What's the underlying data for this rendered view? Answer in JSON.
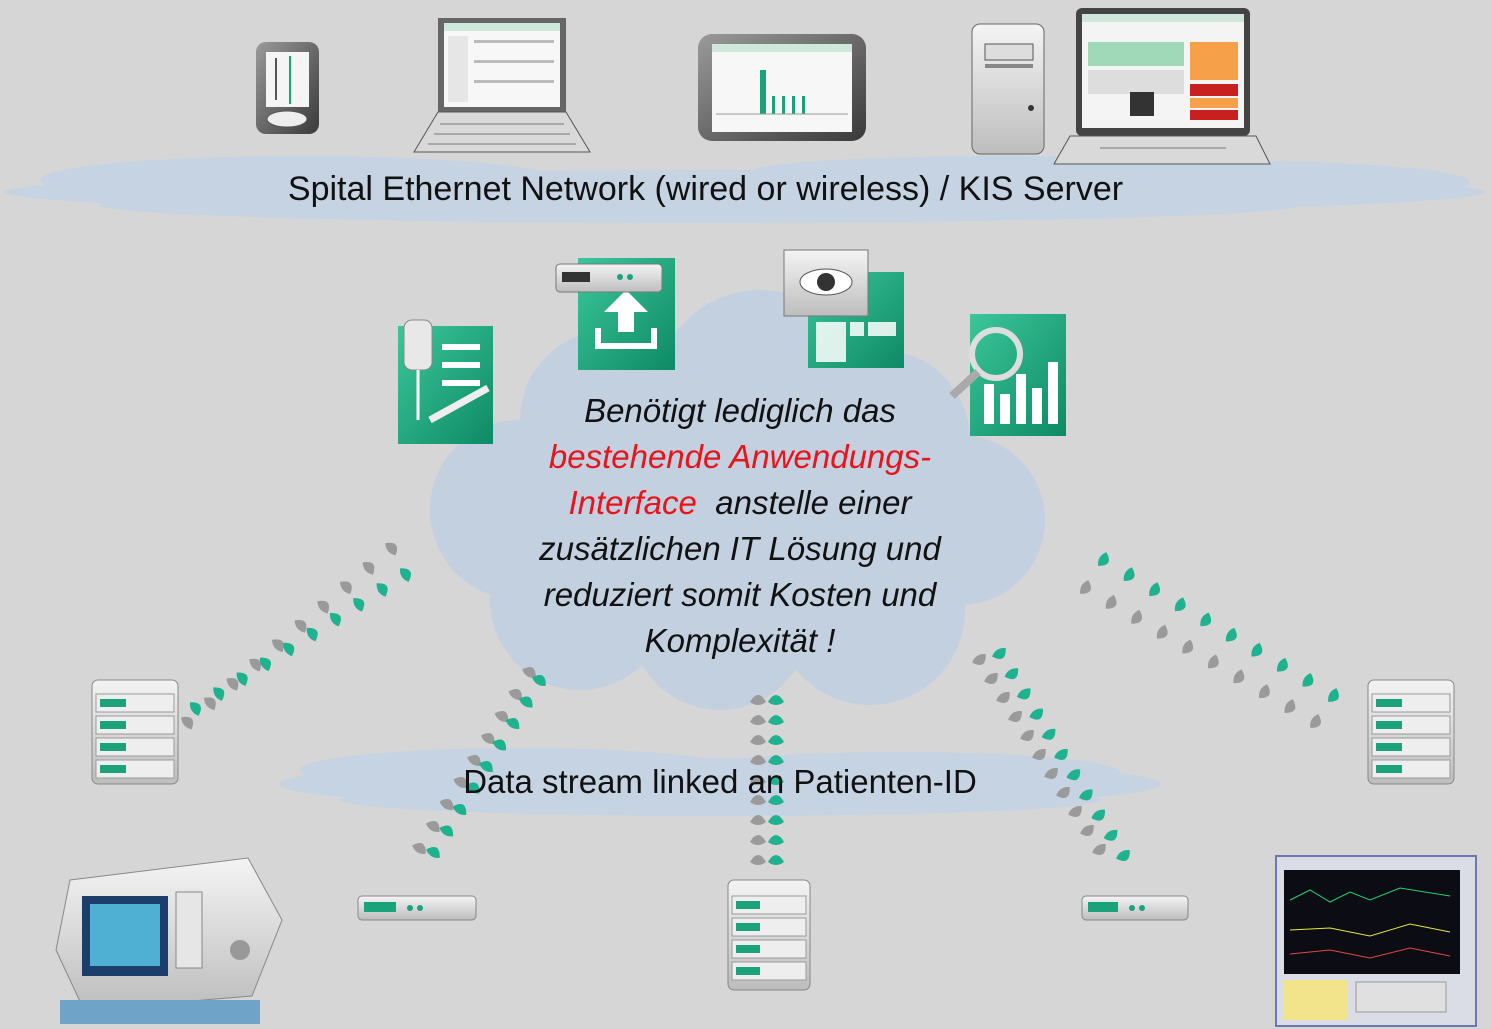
{
  "labels": {
    "network": "Spital Ethernet Network (wired or wireless) / KIS Server",
    "stream": "Data stream linked an Patienten-ID"
  },
  "cloud_text": {
    "line1": "Benötigt lediglich das",
    "highlight_line2": "bestehende Anwendungs-",
    "highlight_line3_part": "Interface",
    "line3_rest": "anstelle einer",
    "line4": "zusätzlichen IT Lösung und",
    "line5": "reduziert somit Kosten und",
    "line6": "Komplexität !"
  },
  "colors": {
    "background": "#d6d6d6",
    "cloud": "#c3d0e0",
    "highlight": "#e8141b",
    "brand_green": "#1aa37a",
    "stream_green": "#1fb28f",
    "stream_gray": "#9a9a9a"
  },
  "icons": {
    "top_devices": [
      "pda-icon",
      "laptop-icon",
      "tablet-icon",
      "server-tower-icon",
      "desktop-monitor-icon"
    ],
    "apps": [
      "infusion-documentation-icon",
      "pump-upload-icon",
      "view-monitoring-icon",
      "analysis-chart-icon"
    ],
    "bottom_devices": [
      "ventilator-icon",
      "infusion-pump-icon",
      "infusion-pump-stack-icon",
      "patient-monitor-icon"
    ]
  }
}
